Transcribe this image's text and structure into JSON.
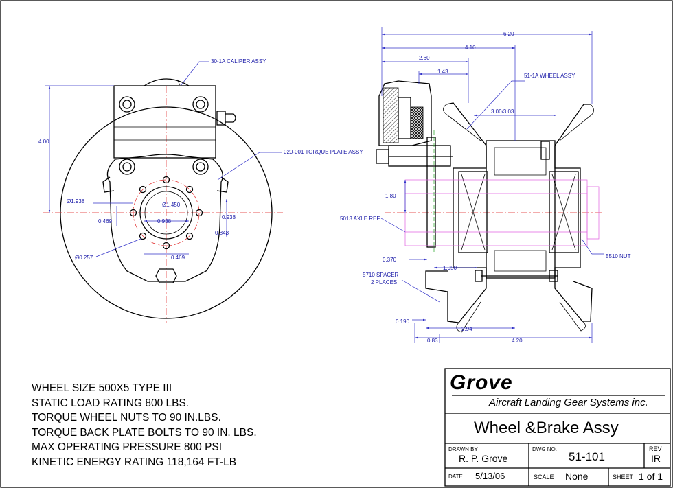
{
  "callouts": {
    "caliper": "30-1A CALIPER ASSY",
    "torque_plate": "020-001 TORQUE PLATE ASSY",
    "wheel_assy": "51-1A WHEEL ASSY",
    "axle_ref": "5013 AXLE REF",
    "nut": "5510 NUT",
    "spacer_1": "5710 SPACER",
    "spacer_2": "2 PLACES"
  },
  "dims_front": {
    "height": "4.00",
    "bolt_circle": "Ø1.938",
    "bore": "Ø1.450",
    "d469_left": "0.469",
    "d938_center": "0.938",
    "d938_right": "0.938",
    "d848": "0.848",
    "hole": "Ø0.257",
    "d469_bottom": "0.469"
  },
  "dims_side": {
    "d620": "6.20",
    "d410": "4.10",
    "d260": "2.60",
    "d143": "1.43",
    "d303": "3.00/3.03",
    "d180": "1.80",
    "d370": "0.370",
    "d1050": "1.050",
    "d190": "0.190",
    "d294": "2.94",
    "d083": "0.83",
    "d420": "4.20"
  },
  "notes": [
    "WHEEL SIZE 500X5 TYPE III",
    "STATIC LOAD RATING 800 LBS.",
    "TORQUE WHEEL NUTS TO 90 IN.LBS.",
    "TORQUE BACK PLATE BOLTS TO 90 IN. LBS.",
    "MAX OPERATING PRESSURE 800 PSI",
    "KINETIC ENERGY RATING 118,164 FT-LB"
  ],
  "title_block": {
    "company": "Grove",
    "subtitle": "Aircraft Landing Gear Systems inc.",
    "title": "Wheel &Brake Assy",
    "drawn_by_label": "DRAWN BY",
    "drawn_by": "R. P. Grove",
    "dwg_no_label": "DWG NO.",
    "dwg_no": "51-101",
    "rev_label": "REV",
    "rev": "IR",
    "date_label": "DATE",
    "date": "5/13/06",
    "scale_label": "SCALE",
    "scale": "None",
    "sheet_label": "SHEET",
    "sheet": "1 of 1"
  }
}
